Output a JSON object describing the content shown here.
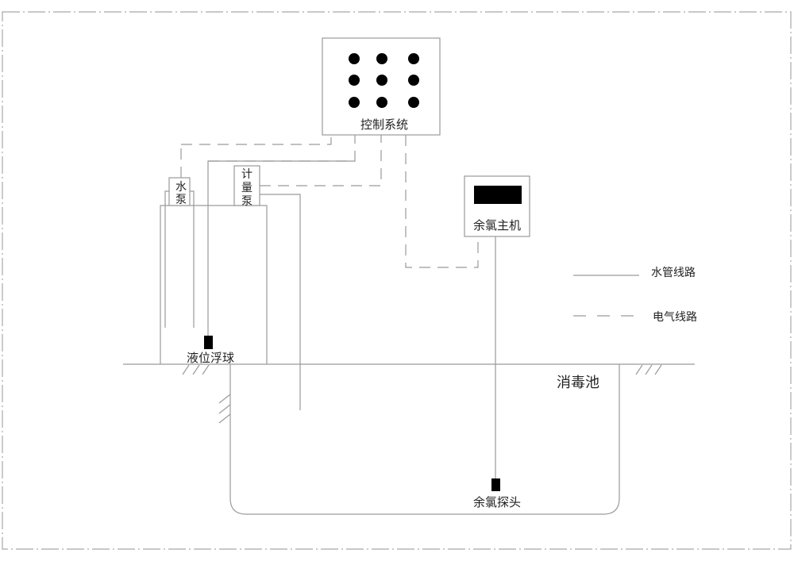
{
  "diagram": {
    "control_system": {
      "label": "控制系统",
      "indicator_count": 9
    },
    "water_pump": {
      "label_chars": [
        "水",
        "泵"
      ]
    },
    "metering_pump": {
      "label_chars": [
        "计",
        "量",
        "泵"
      ]
    },
    "chlorine_host": {
      "label": "余氯主机"
    },
    "float_switch": {
      "label": "液位浮球"
    },
    "disinfection_tank": {
      "label": "消毒池"
    },
    "chlorine_probe": {
      "label": "余氯探头"
    },
    "legend": {
      "items": [
        {
          "label": "水管线路",
          "style": "solid"
        },
        {
          "label": "电气线路",
          "style": "dashed"
        }
      ]
    }
  },
  "colors": {
    "line": "#9a9a9a",
    "fill": "#000000",
    "text": "#222222"
  }
}
